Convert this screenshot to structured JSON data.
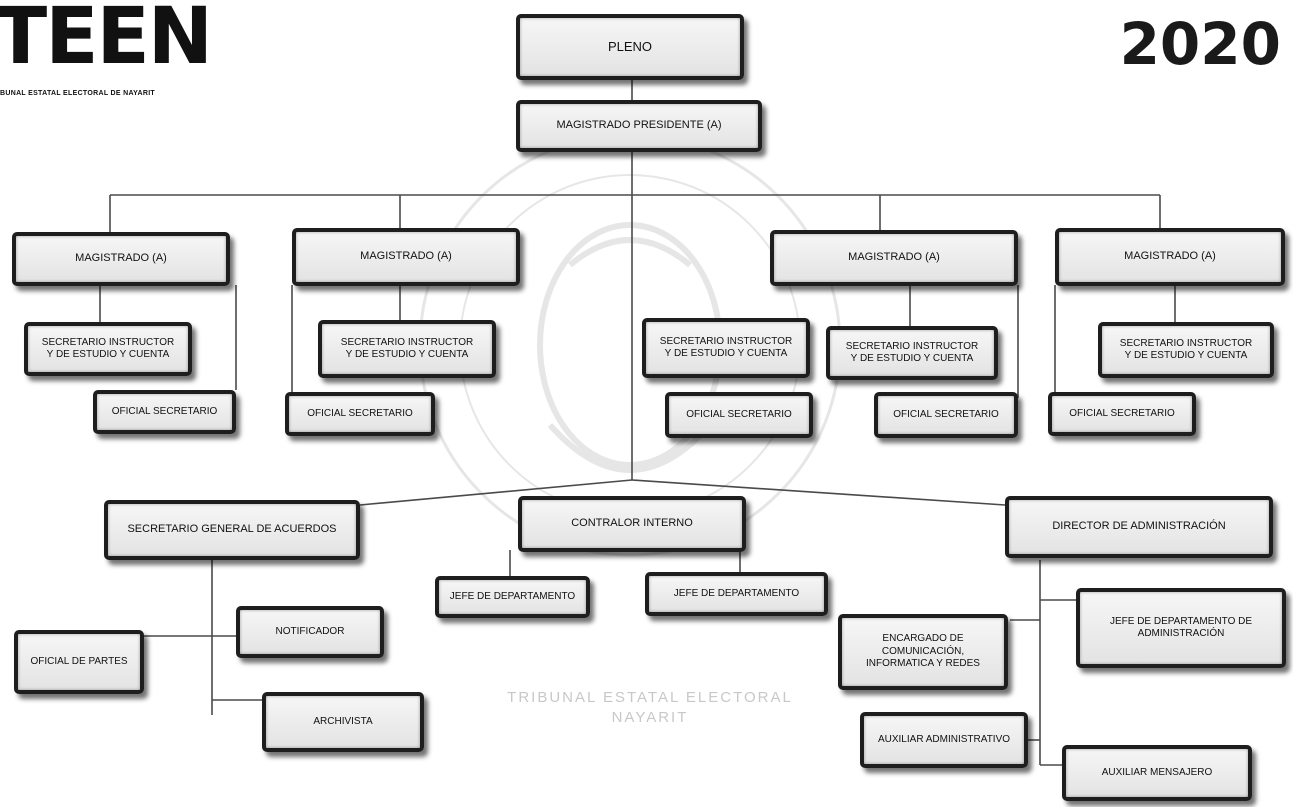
{
  "header": {
    "logo_mark": "TEEN",
    "logo_subtitle": "BUNAL ESTATAL ELECTORAL DE NAYARIT",
    "year": "2020"
  },
  "watermark": {
    "line1": "TRIBUNAL ESTATAL ELECTORAL",
    "line2": "NAYARIT"
  },
  "nodes": {
    "pleno": "PLENO",
    "magistrado_presidente": "MAGISTRADO PRESIDENTE (A)",
    "magistrado_1": "MAGISTRADO (A)",
    "magistrado_2": "MAGISTRADO (A)",
    "magistrado_3": "MAGISTRADO (A)",
    "magistrado_4": "MAGISTRADO (A)",
    "secretario_instructor_1": "SECRETARIO INSTRUCTOR\nY DE ESTUDIO Y CUENTA",
    "secretario_instructor_2": "SECRETARIO INSTRUCTOR\nY DE ESTUDIO Y CUENTA",
    "secretario_instructor_center": "SECRETARIO INSTRUCTOR\nY DE ESTUDIO Y CUENTA",
    "secretario_instructor_3": "SECRETARIO INSTRUCTOR\nY DE ESTUDIO Y CUENTA",
    "secretario_instructor_4": "SECRETARIO INSTRUCTOR\nY DE ESTUDIO Y CUENTA",
    "oficial_secretario_1": "OFICIAL SECRETARIO",
    "oficial_secretario_2": "OFICIAL SECRETARIO",
    "oficial_secretario_center": "OFICIAL SECRETARIO",
    "oficial_secretario_3": "OFICIAL SECRETARIO",
    "oficial_secretario_4": "OFICIAL SECRETARIO",
    "secretario_general": "SECRETARIO GENERAL DE ACUERDOS",
    "contralor_interno": "CONTRALOR INTERNO",
    "director_administracion": "DIRECTOR DE ADMINISTRACIÓN",
    "jefe_departamento_1": "JEFE DE DEPARTAMENTO",
    "jefe_departamento_2": "JEFE DE DEPARTAMENTO",
    "notificador": "NOTIFICADOR",
    "oficial_partes": "OFICIAL DE PARTES",
    "archivista": "ARCHIVISTA",
    "encargado_comunicacion": "ENCARGADO DE\nCOMUNICACIÓN,\nINFORMATICA Y REDES",
    "jefe_depto_administracion": "JEFE DE DEPARTAMENTO DE\nADMINISTRACIÓN",
    "auxiliar_administrativo": "AUXILIAR ADMINISTRATIVO",
    "auxiliar_mensajero": "AUXILIAR MENSAJERO"
  }
}
